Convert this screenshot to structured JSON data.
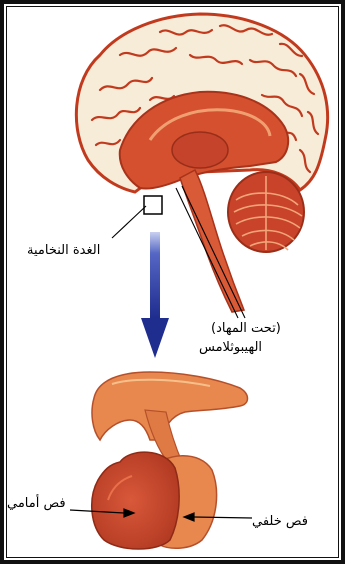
{
  "labels": {
    "pituitary_gland": "الغدة النخامية",
    "hypothalamus_paren": "(تحت المهاد)",
    "hypothalamus": "الهيبوثلامس",
    "anterior_lobe": "فص أمامي",
    "posterior_lobe": "فص خلفي"
  },
  "colors": {
    "brain_cortex": "#f6ecd8",
    "brain_red": "#d4502f",
    "brain_dark": "#b8391f",
    "gland_orange": "#e8874e",
    "gland_red": "#c6462a",
    "arrow_blue": "#2a3a9a"
  }
}
